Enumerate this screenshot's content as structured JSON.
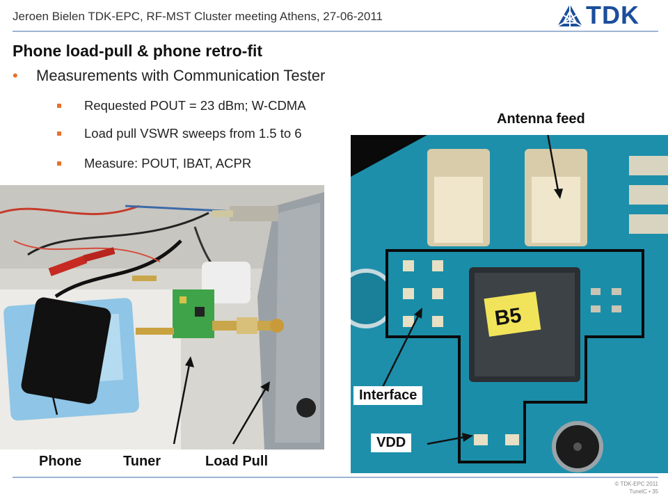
{
  "header": {
    "text": "Jeroen Bielen TDK-EPC, RF-MST Cluster meeting Athens, 27-06-2011",
    "logo_text": "TDK"
  },
  "title": "Phone load-pull & phone retro-fit",
  "bullets": {
    "main": "Measurements with Communication Tester",
    "sub": [
      "Requested POUT = 23 dBm; W-CDMA",
      "Load pull VSWR sweeps from 1.5 to 6",
      "Measure: POUT, IBAT, ACPR"
    ]
  },
  "photo_left": {
    "labels": {
      "phone": "Phone",
      "tuner": "Tuner",
      "load_pull": "Load Pull"
    }
  },
  "photo_right": {
    "labels": {
      "antenna": "Antenna feed",
      "interface": "Interface",
      "vdd": "VDD"
    },
    "chip_label": "B5"
  },
  "footer": {
    "copyright": "© TDK-EPC 2011",
    "page": "TunelC • 35"
  },
  "colors": {
    "accent_orange": "#e8702a",
    "tdk_blue": "#1b4e9b",
    "rule": "#9db4d2"
  }
}
